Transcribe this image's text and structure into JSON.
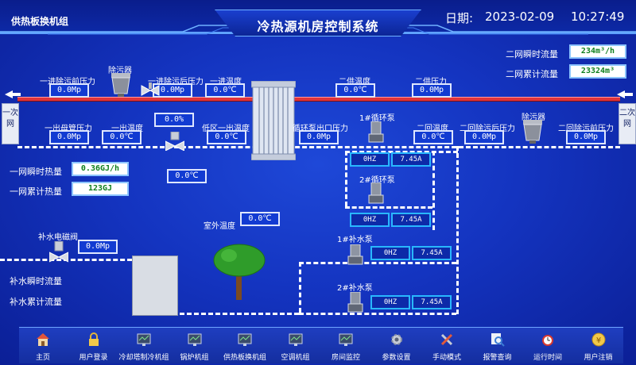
{
  "header": {
    "title": "冷热源机房控制系统",
    "breadcrumb": "供热板换机组",
    "date_label": "日期:",
    "date": "2023-02-09",
    "time": "10:27:49"
  },
  "side_tabs": {
    "primary": "一次网",
    "secondary": "二次网"
  },
  "primary_flow": {
    "instant_label": "二网瞬时流量",
    "instant_value": "234m³/h",
    "total_label": "二网累计流量",
    "total_value": "23324m³"
  },
  "heat": {
    "instant_label": "一网瞬时热量",
    "instant_value": "0.36GJ/h",
    "total_label": "一网累计热量",
    "total_value": "123GJ"
  },
  "equipment": {
    "filter_label": "除污器",
    "pump1_label": "1#循环泵",
    "pump2_label": "2#循环泵",
    "makeup1_label": "1#补水泵",
    "makeup2_label": "2#补水泵",
    "makeup_valve_label": "补水电磁阀"
  },
  "readings": {
    "pre_filter_pressure": {
      "label": "一进除污前压力",
      "value": "0.0Mp"
    },
    "post_filter_pressure": {
      "label": "一进除污后压力",
      "value": "0.0Mp"
    },
    "supply1_temp": {
      "label": "一进温度",
      "value": "0.0℃"
    },
    "supply2_temp": {
      "label": "二供温度",
      "value": "0.0℃"
    },
    "supply2_pressure": {
      "label": "二供压力",
      "value": "0.0Mp"
    },
    "out_main_pressure": {
      "label": "一出母管压力",
      "value": "0.0Mp"
    },
    "out_temp": {
      "label": "一出温度",
      "value": "0.0℃"
    },
    "valve_percent": {
      "value": "0.0%"
    },
    "zone_out_temp": {
      "label": "低区一出温度",
      "value": "0.0℃"
    },
    "pump_outlet_pressure": {
      "label": "循环泵出口压力",
      "value": "0.0Mp"
    },
    "return2_temp": {
      "label": "二回温度",
      "value": "0.0℃"
    },
    "return2_post_filter": {
      "label": "二回除污后压力",
      "value": "0.0Mp"
    },
    "return2_pre_filter": {
      "label": "二回除污前压力",
      "value": "0.0Mp"
    },
    "middle_temp": {
      "value": "0.0℃"
    },
    "outdoor_temp": {
      "label": "室外温度",
      "value": "0.0℃"
    },
    "makeup_valve_pressure": {
      "value": "0.0Mp"
    }
  },
  "pumps": [
    {
      "hz": "0HZ",
      "amp": "7.45A"
    },
    {
      "hz": "0HZ",
      "amp": "7.45A"
    },
    {
      "hz": "0HZ",
      "amp": "7.45A"
    },
    {
      "hz": "0HZ",
      "amp": "7.45A"
    }
  ],
  "makeup": {
    "instant_label": "补水瞬时流量",
    "total_label": "补水累计流量"
  },
  "nav": [
    {
      "label": "主页",
      "icon": "home-icon"
    },
    {
      "label": "用户登录",
      "icon": "lock-icon"
    },
    {
      "label": "冷却塔制冷机组",
      "icon": "monitor-icon"
    },
    {
      "label": "锅炉机组",
      "icon": "monitor-icon"
    },
    {
      "label": "供热板换机组",
      "icon": "monitor-icon"
    },
    {
      "label": "空调机组",
      "icon": "monitor-icon"
    },
    {
      "label": "房间监控",
      "icon": "monitor-icon"
    },
    {
      "label": "参数设置",
      "icon": "gear-icon"
    },
    {
      "label": "手动模式",
      "icon": "tools-icon"
    },
    {
      "label": "报警查询",
      "icon": "search-icon"
    },
    {
      "label": "运行时间",
      "icon": "alarm-clock-icon"
    },
    {
      "label": "用户注销",
      "icon": "coin-icon"
    }
  ],
  "colors": {
    "background": "#1434c0",
    "pipe_supply": "#e0343b",
    "value_green": "#0e7f1c"
  }
}
